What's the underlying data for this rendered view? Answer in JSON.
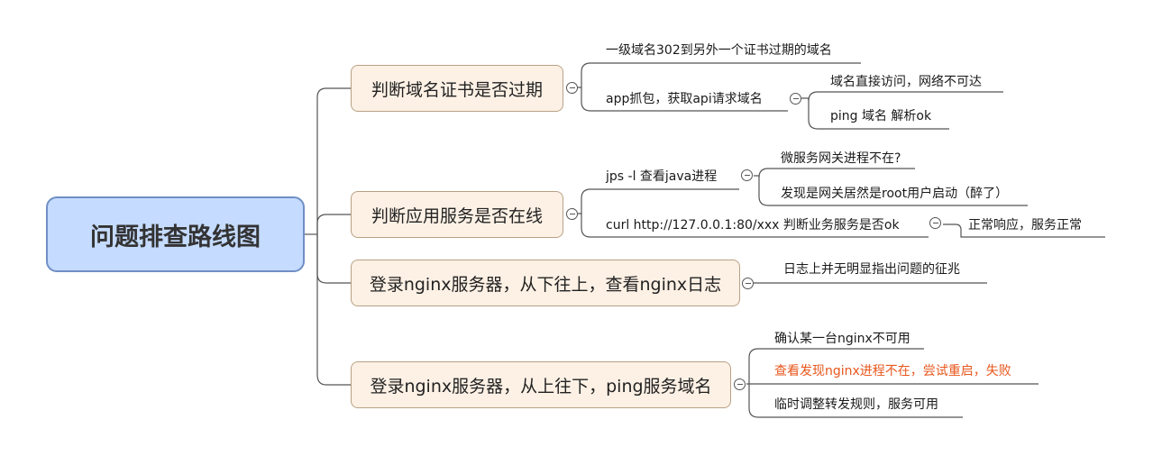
{
  "root": {
    "title": "问题排查路线图"
  },
  "branches": [
    {
      "label": "判断域名证书是否过期",
      "items": [
        {
          "label": "一级域名302到另外一个证书过期的域名"
        },
        {
          "label": "app抓包，获取api请求域名",
          "children": [
            {
              "label": "域名直接访问，网络不可达"
            },
            {
              "label": "ping 域名 解析ok"
            }
          ]
        }
      ]
    },
    {
      "label": "判断应用服务是否在线",
      "items": [
        {
          "label": "jps -l  查看java进程",
          "children": [
            {
              "label": "微服务网关进程不在?"
            },
            {
              "label": "发现是网关居然是root用户启动（醉了）"
            }
          ]
        },
        {
          "label": "curl  http://127.0.0.1:80/xxx 判断业务服务是否ok",
          "children": [
            {
              "label": "正常响应，服务正常"
            }
          ]
        }
      ]
    },
    {
      "label": "登录nginx服务器，从下往上，查看nginx日志",
      "items": [
        {
          "label": "日志上并无明显指出问题的征兆"
        }
      ]
    },
    {
      "label": "登录nginx服务器，从上往下，ping服务域名",
      "items": [
        {
          "label": "确认某一台nginx不可用"
        },
        {
          "label": "查看发现nginx进程不在，尝试重启，失败"
        },
        {
          "label": "临时调整转发规则，服务可用"
        }
      ]
    }
  ]
}
